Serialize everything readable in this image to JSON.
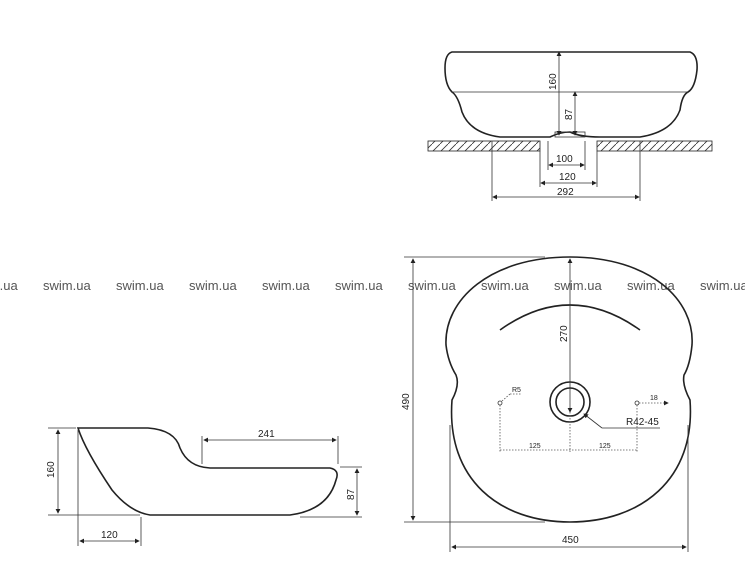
{
  "watermark": {
    "text": [
      "swim.ua",
      "swim.ua",
      "swim.ua",
      "swim.ua",
      "swim.ua",
      "swim.ua",
      "swim.ua",
      "swim.ua",
      "swim.ua",
      "swim.ua",
      "swim.ua"
    ]
  },
  "front_view": {
    "height_total": "160",
    "height_bowl": "87",
    "drain_width": "100",
    "cutout_width": "120",
    "base_width": "292"
  },
  "top_view": {
    "depth": "490",
    "width": "450",
    "drain_offset": "270",
    "hole_left_offset": "125",
    "hole_right_offset": "125",
    "hole_radius": "R5",
    "hole_edge_offset": "18",
    "drain_radius": "R42-45"
  },
  "side_view": {
    "height_total": "160",
    "height_bowl": "87",
    "flat_length": "241",
    "base_length": "120"
  }
}
